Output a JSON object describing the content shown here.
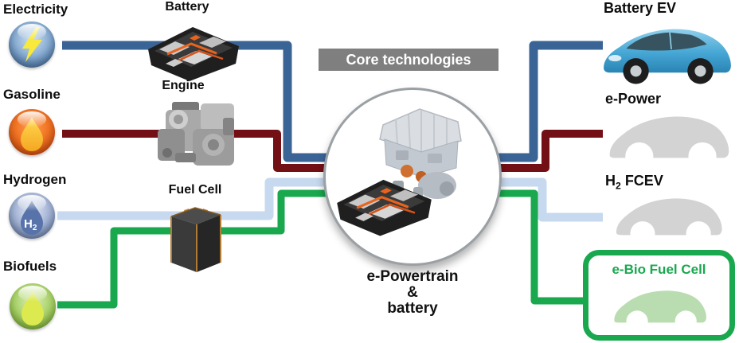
{
  "sources": [
    {
      "label": "Electricity",
      "icon": "lightning"
    },
    {
      "label": "Gasoline",
      "icon": "flame-droplet"
    },
    {
      "label": "Hydrogen",
      "icon": "h2-droplet",
      "droplet_text": {
        "h": "H",
        "sub": "2"
      }
    },
    {
      "label": "Biofuels",
      "icon": "bio-droplet"
    }
  ],
  "technologies": [
    {
      "label": "Battery"
    },
    {
      "label": "Engine"
    },
    {
      "label": "Fuel Cell"
    }
  ],
  "core": {
    "banner_label": "Core technologies",
    "caption": [
      "e-Powertrain",
      "&",
      "battery"
    ]
  },
  "vehicles": {
    "battery_ev": {
      "label": "Battery EV"
    },
    "e_power": {
      "label": "e-Power"
    },
    "h2_fcev": {
      "label_h": "H",
      "label_sub": "2",
      "label_rest": " FCEV"
    },
    "e_bio": {
      "label": "e-Bio Fuel Cell"
    }
  },
  "colors": {
    "electricity_line": "#3a6496",
    "gasoline_line": "#731015",
    "hydrogen_line": "#c7d9ef",
    "biofuel_line": "#19a84e",
    "banner_bg": "#7f7f7f",
    "banner_text": "#ffffff",
    "ebio_green": "#19a84e",
    "car_gray": "#d3d3d3",
    "ebio_car": "#b9ddb0"
  }
}
